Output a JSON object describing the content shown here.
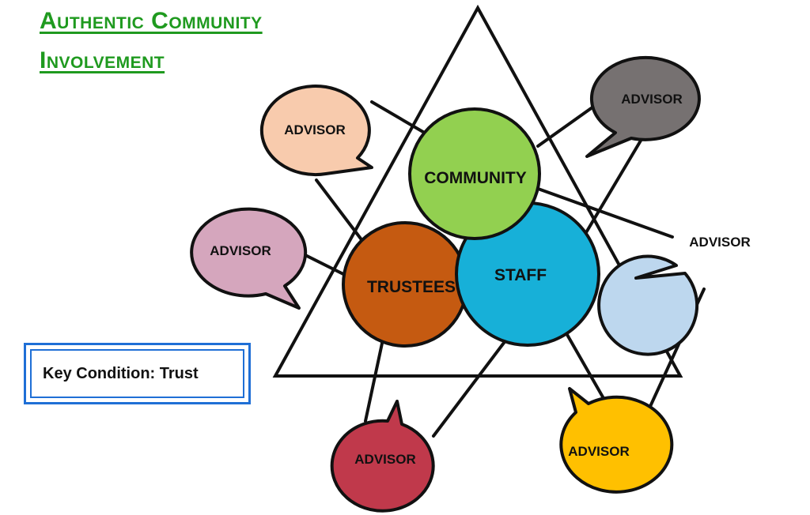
{
  "title": {
    "line1": "Authentic Community",
    "line2": "Involvement"
  },
  "core_circles": {
    "community": {
      "label": "COMMUNITY",
      "color": "#92d050"
    },
    "trustees": {
      "label": "TRUSTEES",
      "color": "#c55a11"
    },
    "staff": {
      "label": "STAFF",
      "color": "#17b0d8"
    }
  },
  "advisors": [
    {
      "label": "ADVISOR",
      "color": "#f8cbad"
    },
    {
      "label": "ADVISOR",
      "color": "#767171"
    },
    {
      "label": "ADVISOR",
      "color": "#d5a6bd"
    },
    {
      "label": "ADVISOR",
      "color": "#bdd7ee"
    },
    {
      "label": "ADVISOR",
      "color": "#c0394b"
    },
    {
      "label": "ADVISOR",
      "color": "#ffc000"
    }
  ],
  "key_condition": "Key Condition:  Trust",
  "colors": {
    "title": "#1f9a1f",
    "key_border": "#1f6fd6",
    "outline": "#111111"
  }
}
